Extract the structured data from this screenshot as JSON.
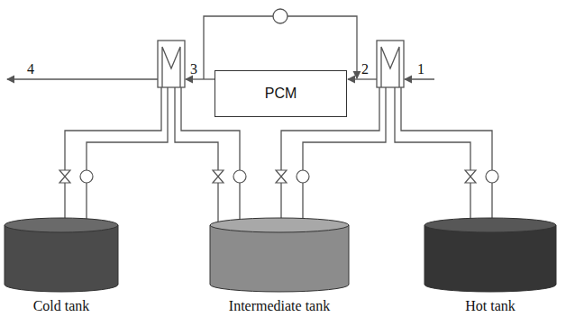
{
  "diagram": {
    "nodes": [
      {
        "text": [
          "PCM"
        ]
      },
      {
        "text": [
          "Cold tank"
        ]
      },
      {
        "text": [
          "Intermediate tank"
        ]
      },
      {
        "text": [
          "Hot tank"
        ]
      }
    ],
    "labels": [
      "4",
      "3",
      "2",
      "1"
    ]
  }
}
